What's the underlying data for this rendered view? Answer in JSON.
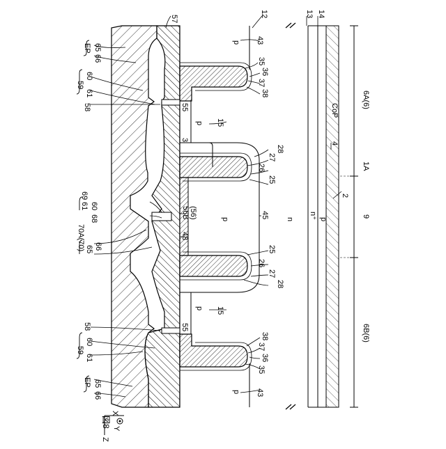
{
  "figure": {
    "number": "図8",
    "axes": {
      "x": "X",
      "y": "Y",
      "z": "Z"
    }
  },
  "dimensions": {
    "region_6a": "6A(6)",
    "region_6b": "6B(6)",
    "center": "9",
    "sub": "1A"
  },
  "labels": {
    "n57": "57",
    "n12": "12",
    "n13": "13",
    "n14": "14",
    "ep": "EP",
    "n65": "65",
    "n66": "66",
    "n59": "59",
    "n60": "60",
    "n61": "61",
    "n58": "58",
    "n43": "43",
    "n35": "35",
    "n36": "36",
    "n37": "37",
    "n38": "38",
    "n55": "55",
    "n15": "15",
    "n3": "3",
    "n28": "28",
    "n27": "27",
    "n26": "26",
    "n25": "25",
    "n4": "4",
    "n2": "2",
    "cop": "CoP",
    "n69": "69",
    "n68": "68",
    "n56b": "56B",
    "n56i": "(56)",
    "n48": "48",
    "n45": "45",
    "n70a": "70A(70)",
    "p": "p",
    "n": "n",
    "nplus": "n⁺"
  }
}
